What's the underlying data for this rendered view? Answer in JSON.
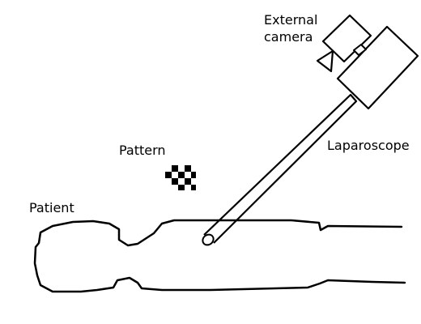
{
  "labels": {
    "external_camera": "External\ncamera",
    "pattern": "Pattern",
    "patient": "Patient",
    "laparoscope": "Laparoscope"
  },
  "colors": {
    "stroke": "#000000",
    "background": "#ffffff"
  }
}
